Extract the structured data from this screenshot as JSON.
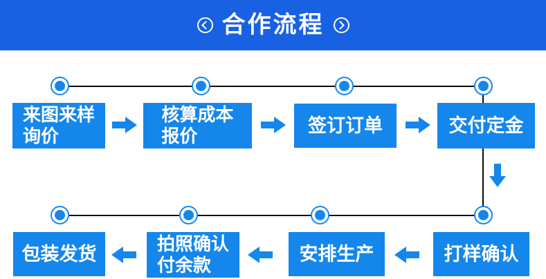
{
  "header": {
    "title": "合作流程",
    "left_icon": "chevron-left-circle",
    "right_icon": "chevron-right-circle"
  },
  "flow": {
    "steps": [
      {
        "order": 1,
        "label_lines": [
          "来图来样",
          "询价"
        ]
      },
      {
        "order": 2,
        "label_lines": [
          "核算成本",
          "报价"
        ]
      },
      {
        "order": 3,
        "label_lines": [
          "签订订单"
        ]
      },
      {
        "order": 4,
        "label_lines": [
          "交付定金"
        ]
      },
      {
        "order": 5,
        "label_lines": [
          "打样确认"
        ]
      },
      {
        "order": 6,
        "label_lines": [
          "安排生产"
        ]
      },
      {
        "order": 7,
        "label_lines": [
          "拍照确认",
          "付余款"
        ]
      },
      {
        "order": 8,
        "label_lines": [
          "包装发货"
        ]
      }
    ],
    "arrow_icons": {
      "top_row": "arrow-right",
      "corner": "arrow-down",
      "bottom_row": "arrow-left"
    },
    "colors": {
      "banner_blue": "#1761E2",
      "box_blue": "#1486EC",
      "connector_black": "#0a0a0a",
      "text_white": "#ffffff"
    }
  }
}
